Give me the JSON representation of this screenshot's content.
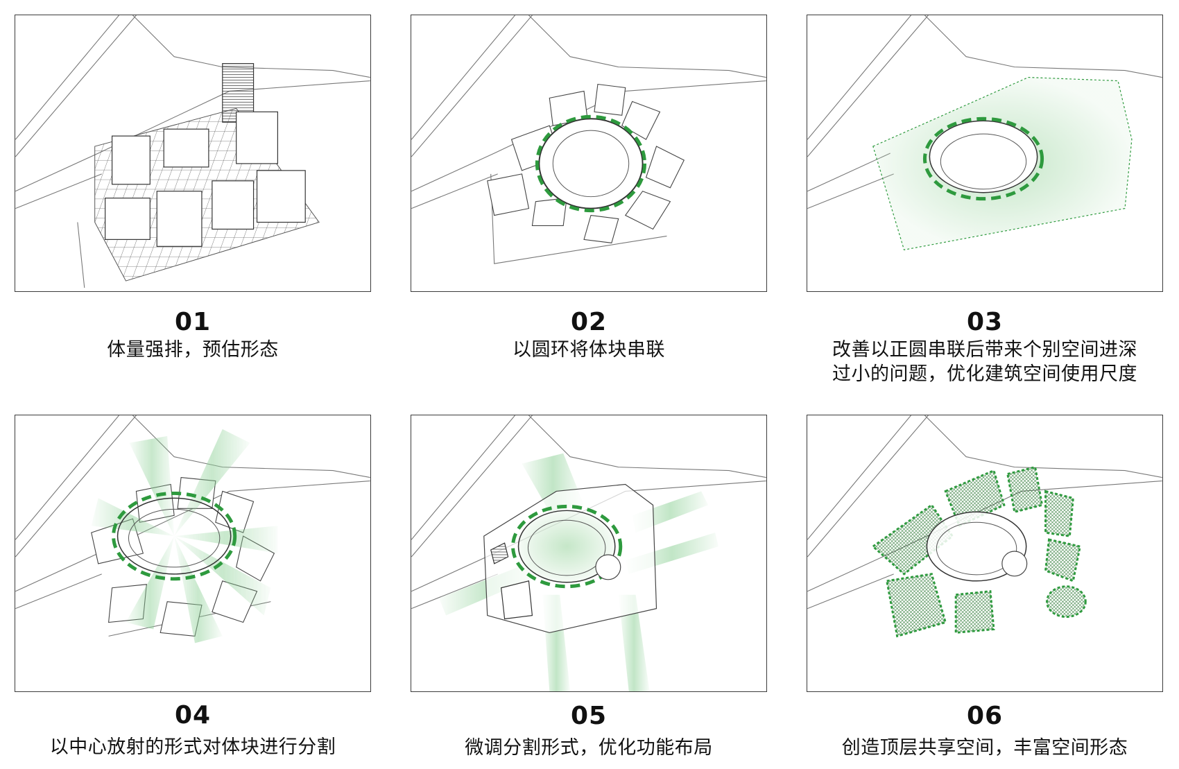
{
  "steps": [
    {
      "number": "01",
      "description": "体量强排，预估形态"
    },
    {
      "number": "02",
      "description": "以圆环将体块串联"
    },
    {
      "number": "03",
      "description_line1": "改善以正圆串联后带来个别空间进深",
      "description_line2": "过小的问题，优化建筑空间使用尺度"
    },
    {
      "number": "04",
      "description": "以中心放射的形式对体块进行分割"
    },
    {
      "number": "05",
      "description": "微调分割形式，优化功能布局"
    },
    {
      "number": "06",
      "description": "创造顶层共享空间，丰富空间形态"
    }
  ],
  "colors": {
    "accent_green": "#2e9a3e",
    "light_green": "#bfe4c2",
    "line": "#555555",
    "border": "#3a3a3a"
  }
}
